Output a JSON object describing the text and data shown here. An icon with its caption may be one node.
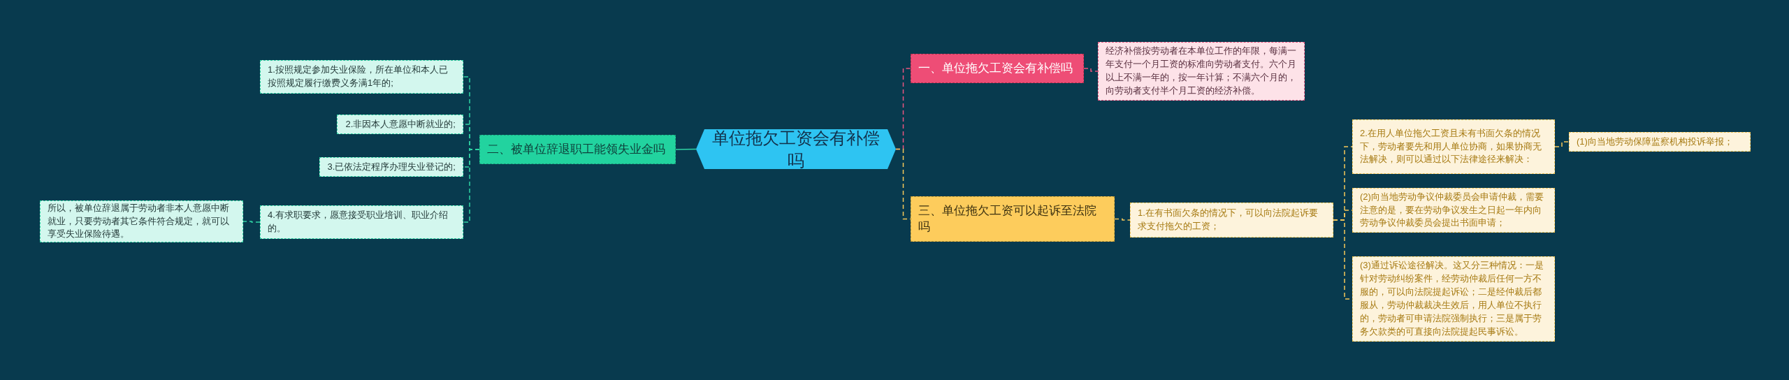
{
  "diagram": {
    "nodes": [
      {
        "text": [
          "单位拖欠工资会有补偿吗"
        ]
      },
      {
        "text": [
          "一、单位拖欠工资会有补偿吗"
        ]
      },
      {
        "text": [
          "经济补偿按劳动者在本单位工作的年限，每满一年支付一个月工资的标准向劳动者支付。六个月以上不满一年的，按一年计算；不满六个月的，向劳动者支付半个月工资的经济补偿。"
        ]
      },
      {
        "text": [
          "二、被单位辞退职工能领失业金吗"
        ]
      },
      {
        "text": [
          "1.按照规定参加失业保险，所在单位和本人已按照规定履行缴费义务满1年的;"
        ]
      },
      {
        "text": [
          "2.非因本人意愿中断就业的;"
        ]
      },
      {
        "text": [
          "3.已依法定程序办理失业登记的;"
        ]
      },
      {
        "text": [
          "4.有求职要求，愿意接受职业培训、职业介绍的。"
        ]
      },
      {
        "text": [
          "所以，被单位辞退属于劳动者非本人意愿中断就业，只要劳动者其它条件符合规定，就可以享受失业保险待遇。"
        ]
      },
      {
        "text": [
          "三、单位拖欠工资可以起诉至法院吗"
        ]
      },
      {
        "text": [
          "1.在有书面欠条的情况下，可以向法院起诉要求支付拖欠的工资；"
        ]
      },
      {
        "text": [
          "2.在用人单位拖欠工资且未有书面欠条的情况下，劳动者要先和用人单位协商，如果协商无法解决，则可以通过以下法律途径来解决："
        ]
      },
      {
        "text": [
          "(1)向当地劳动保障监察机构投诉举报；"
        ]
      },
      {
        "text": [
          "(2)向当地劳动争议仲裁委员会申请仲裁，需要注意的是，要在劳动争议发生之日起一年内向劳动争议仲裁委员会提出书面申请；"
        ]
      },
      {
        "text": [
          "(3)通过诉讼途径解决。这又分三种情况：一是针对劳动纠纷案件，经劳动仲裁后任何一方不服的，可以向法院提起诉讼；二是经仲裁后都服从，劳动仲裁裁决生效后，用人单位不执行的，劳动者可申请法院强制执行；三是属于劳务欠款类的可直接向法院提起民事诉讼。"
        ]
      }
    ],
    "edges": [
      {
        "from": 0,
        "to": 1,
        "arrow": "none",
        "style": "dashed",
        "color": "#e8557f"
      },
      {
        "from": 1,
        "to": 2,
        "arrow": "none",
        "style": "dashed",
        "color": "#e8557f"
      },
      {
        "from": 0,
        "to": 3,
        "arrow": "none",
        "color": "#2fd3a4"
      },
      {
        "from": 3,
        "to": 4,
        "arrow": "none",
        "style": "dashed",
        "color": "#2fd3a4"
      },
      {
        "from": 3,
        "to": 5,
        "arrow": "none",
        "style": "dashed",
        "color": "#2fd3a4"
      },
      {
        "from": 3,
        "to": 6,
        "arrow": "none",
        "style": "dashed",
        "color": "#2fd3a4"
      },
      {
        "from": 3,
        "to": 7,
        "arrow": "none",
        "style": "dashed",
        "color": "#2fd3a4"
      },
      {
        "from": 7,
        "to": 8,
        "arrow": "none",
        "style": "dashed",
        "color": "#2fd3a4"
      },
      {
        "from": 0,
        "to": 9,
        "arrow": "none",
        "style": "dashed",
        "color": "#f5c85a"
      },
      {
        "from": 9,
        "to": 10,
        "arrow": "none",
        "style": "dashed",
        "color": "#f5c85a"
      },
      {
        "from": 10,
        "to": 11,
        "arrow": "none",
        "style": "dashed",
        "color": "#f5c85a"
      },
      {
        "from": 11,
        "to": 12,
        "arrow": "none",
        "style": "dashed",
        "color": "#f5c85a"
      },
      {
        "from": 10,
        "to": 13,
        "arrow": "none",
        "style": "dashed",
        "color": "#f5c85a"
      },
      {
        "from": 10,
        "to": 14,
        "arrow": "none",
        "style": "dashed",
        "color": "#f5c85a"
      }
    ]
  }
}
